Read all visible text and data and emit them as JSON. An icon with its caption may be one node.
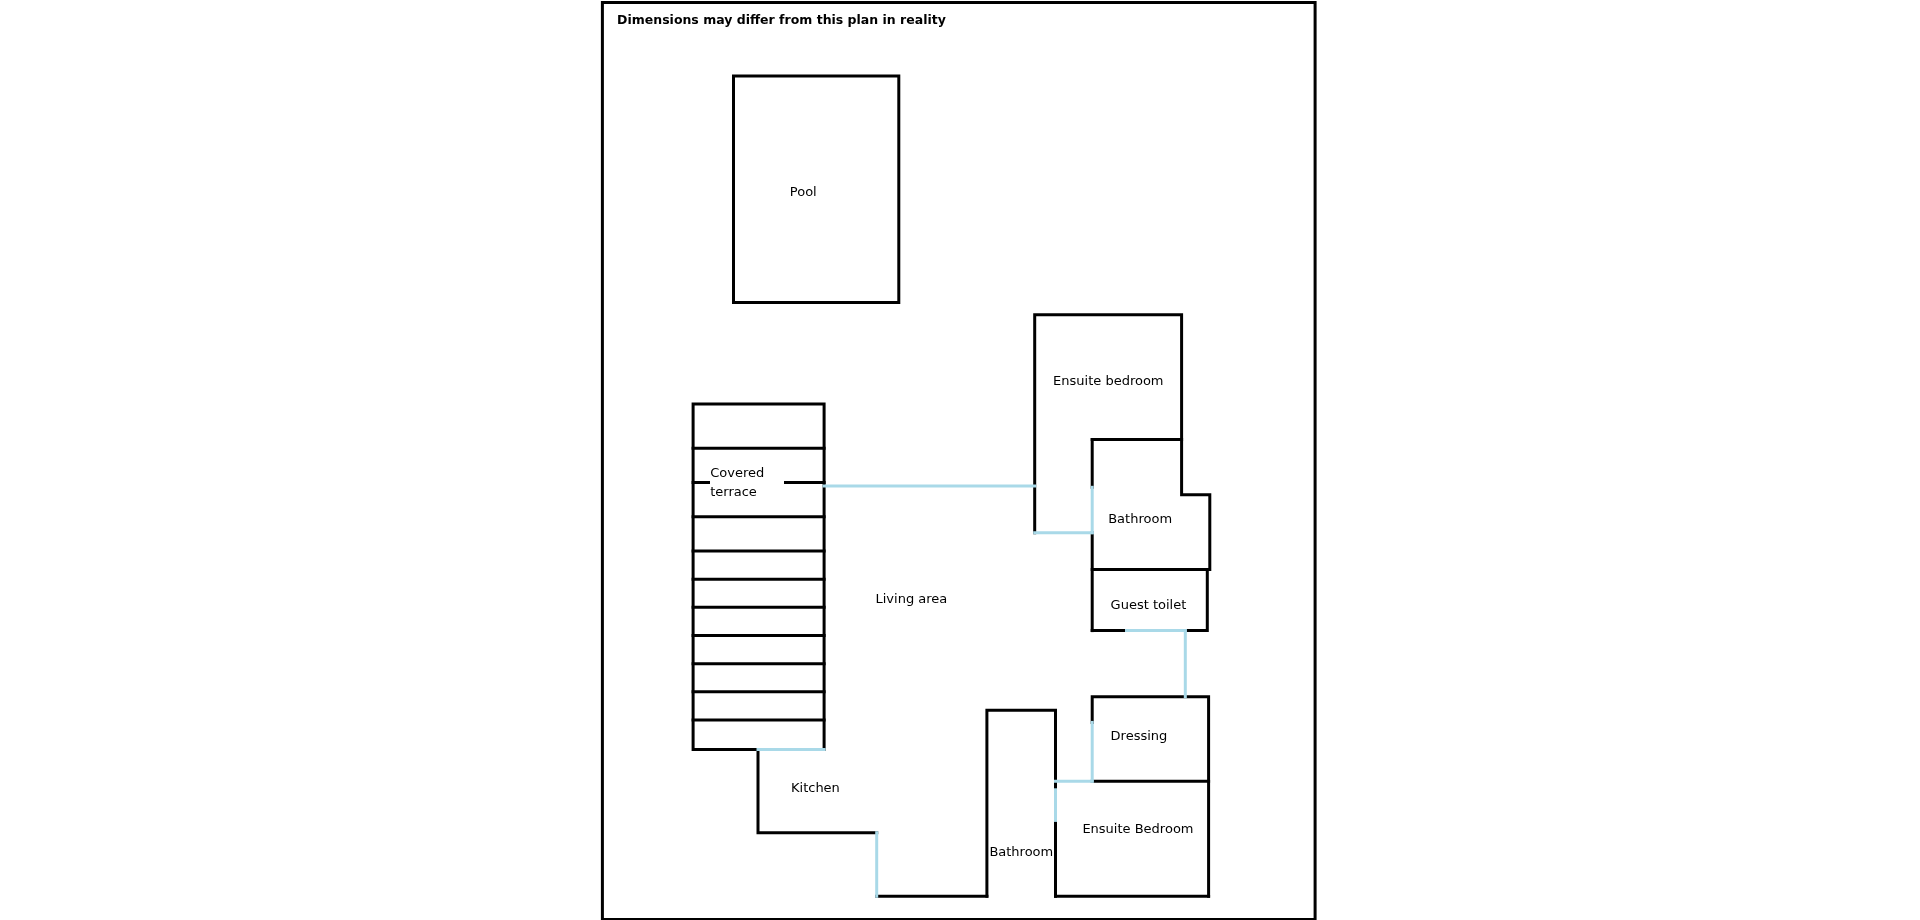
{
  "diagram": {
    "nodes": [
      {
        "text": [
          "Pool"
        ]
      },
      {
        "text": [
          "Covered terrace"
        ]
      },
      {
        "text": [
          "Living area"
        ]
      },
      {
        "text": [
          "Ensuite bedroom"
        ]
      },
      {
        "text": [
          "Bathroom"
        ]
      },
      {
        "text": [
          "Guest toilet"
        ]
      },
      {
        "text": [
          "Dressing"
        ]
      },
      {
        "text": [
          "Bathroom"
        ]
      },
      {
        "text": [
          "Ensuite Bedroom"
        ]
      },
      {
        "text": [
          "Kitchen"
        ]
      }
    ],
    "labels": [
      "Dimensions may differ from this plan in reality"
    ]
  }
}
